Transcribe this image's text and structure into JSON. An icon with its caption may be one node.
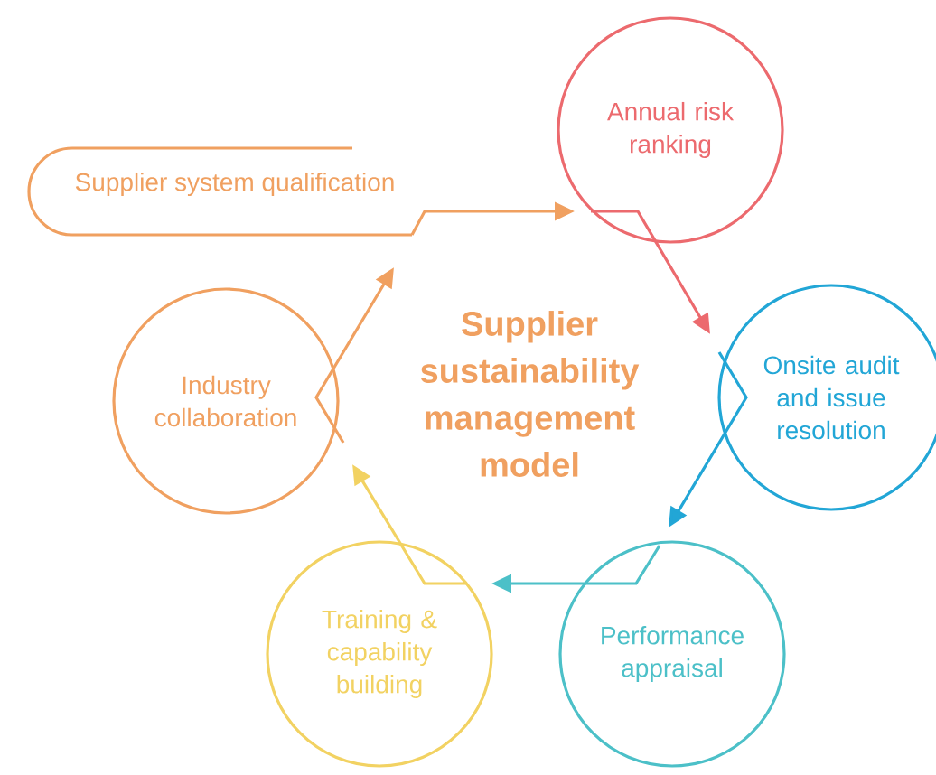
{
  "diagram": {
    "title": "Supplier sustainability management model",
    "nodes": [
      {
        "text": [
          "Supplier system qualification"
        ]
      },
      {
        "text": [
          "Annual risk ranking"
        ]
      },
      {
        "text": [
          "Onsite audit and issue resolution"
        ]
      },
      {
        "text": [
          "Performance appraisal"
        ]
      },
      {
        "text": [
          "Training & capability building"
        ]
      },
      {
        "text": [
          "Industry collaboration"
        ]
      }
    ],
    "edges": [
      {
        "from": 0,
        "to": 1,
        "arrow": "to",
        "color": "#f0a060"
      },
      {
        "from": 1,
        "to": 2,
        "arrow": "to",
        "color": "#ec6a6e"
      },
      {
        "from": 2,
        "to": 3,
        "arrow": "to",
        "color": "#22a6d6"
      },
      {
        "from": 3,
        "to": 4,
        "arrow": "to",
        "color": "#4cc0c8"
      },
      {
        "from": 4,
        "to": 5,
        "arrow": "to",
        "color": "#f2d262"
      },
      {
        "from": 5,
        "to": 0,
        "arrow": "to",
        "color": "#f0a060"
      }
    ]
  }
}
